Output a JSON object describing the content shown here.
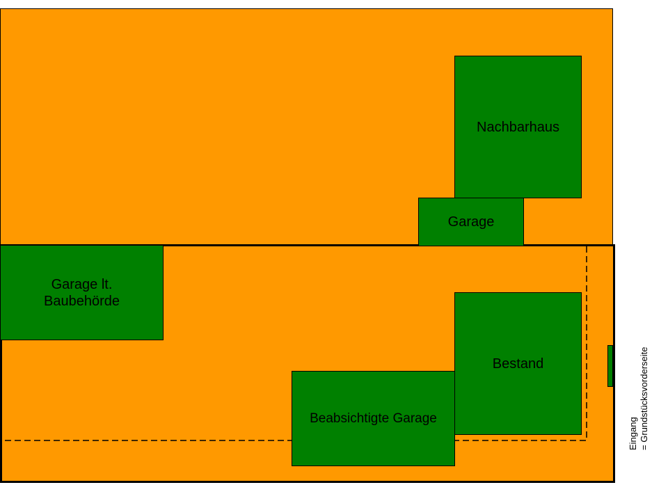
{
  "colors": {
    "lot": "#FF9900",
    "building": "#008000",
    "outline": "#000000"
  },
  "labels": {
    "nachbarhaus": "Nachbarhaus",
    "garage_neighbor": "Garage",
    "garage_baubehoerde": "Garage lt.\nBaubehörde",
    "bestand": "Bestand",
    "beabsichtigte_garage": "Beabsichtigte Garage",
    "eingang_line1": "Eingang",
    "eingang_line2": "= Grundstücksvorderseite"
  }
}
